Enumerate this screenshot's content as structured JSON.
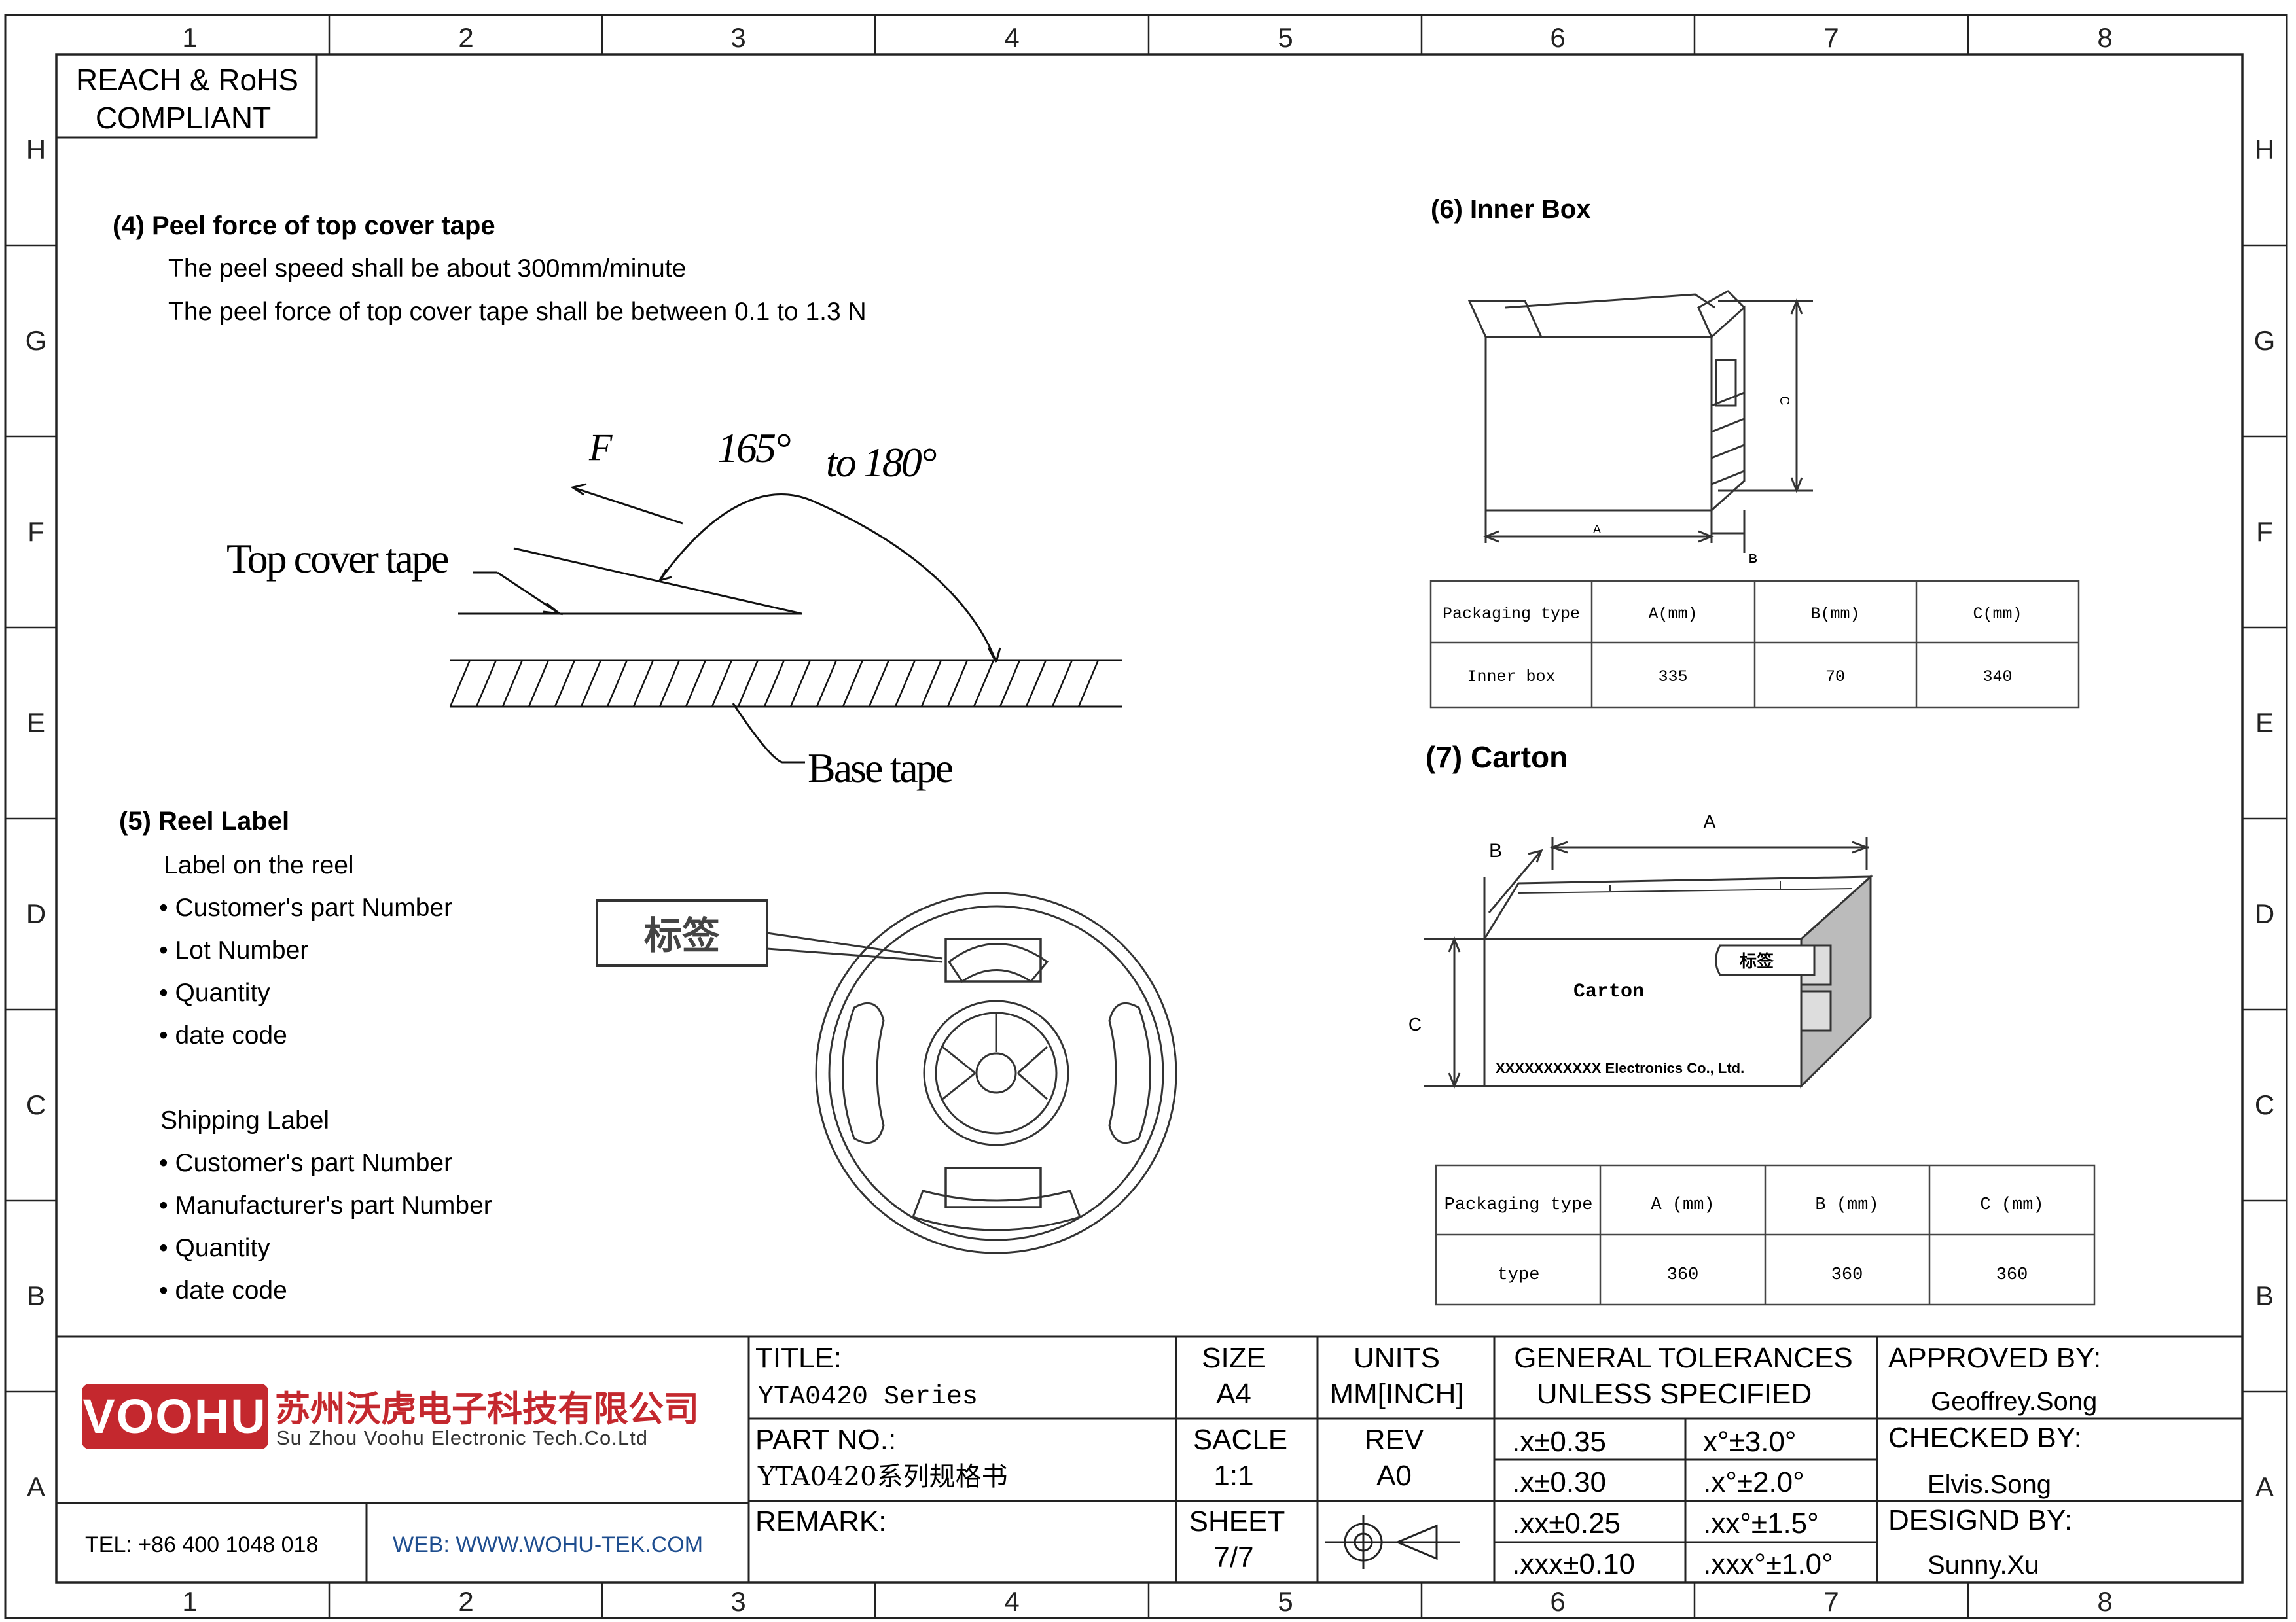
{
  "border": {
    "columns": [
      "1",
      "2",
      "3",
      "4",
      "5",
      "6",
      "7",
      "8"
    ],
    "rows": [
      "H",
      "G",
      "F",
      "E",
      "D",
      "C",
      "B",
      "A"
    ]
  },
  "compliance": {
    "line1": "REACH & RoHS",
    "line2": "COMPLIANT"
  },
  "peel": {
    "heading": "(4) Peel force of top cover tape",
    "line1": "The peel speed shall be about 300mm/minute",
    "line2": "The peel force of top cover tape shall be between 0.1 to 1.3 N",
    "label_f": "F",
    "label_angle_a": "165°",
    "label_angle_b": "to 180°",
    "label_top": "Top cover tape",
    "label_base": "Base tape"
  },
  "reel_label": {
    "heading": "(5) Reel Label",
    "sub1": "Label on the reel",
    "items1": [
      "• Customer's part Number",
      "• Lot Number",
      "• Quantity",
      "• date code"
    ],
    "sub2": "Shipping Label",
    "items2": [
      "• Customer's part Number",
      "• Manufacturer's part Number",
      "• Quantity",
      "• date code"
    ],
    "tag": "标签"
  },
  "inner_box": {
    "heading": "(6) Inner Box",
    "dim_a": "A",
    "dim_b": "B",
    "dim_c": "C",
    "table": {
      "headers": [
        "Packaging type",
        "A(mm)",
        "B(mm)",
        "C(mm)"
      ],
      "row": [
        "Inner box",
        "335",
        "70",
        "340"
      ]
    }
  },
  "carton": {
    "heading": "(7) Carton",
    "dim_a": "A",
    "dim_b": "B",
    "dim_c": "C",
    "box_text": "Carton",
    "tag": "标签",
    "company_line": "XXXXXXXXXXX Electronics Co., Ltd.",
    "table": {
      "headers": [
        "Packaging type",
        "A (mm)",
        "B (mm)",
        "C (mm)"
      ],
      "row": [
        "type",
        "360",
        "360",
        "360"
      ]
    }
  },
  "title_block": {
    "logo": "VOOHU",
    "company_cn": "苏州沃虎电子科技有限公司",
    "company_en": "Su Zhou Voohu Electronic Tech.Co.Ltd",
    "tel": "TEL: +86 400 1048 018",
    "web": "WEB: WWW.WOHU-TEK.COM",
    "title_label": "TITLE:",
    "title_value": "YTA0420 Series",
    "part_label": "PART NO.:",
    "part_value": "YTA0420系列规格书",
    "remark_label": "REMARK:",
    "size_label": "SIZE",
    "size_value": "A4",
    "units_label": "UNITS",
    "units_value": "MM[INCH]",
    "scale_label": "SACLE",
    "scale_value": "1:1",
    "rev_label": "REV",
    "rev_value": "A0",
    "sheet_label": "SHEET",
    "sheet_value": "7/7",
    "tol_line1": "GENERAL TOLERANCES",
    "tol_line2": "UNLESS SPECIFIED",
    "tolerances": [
      ".x±0.35",
      "x°±3.0°",
      ".x±0.30",
      ".x°±2.0°",
      ".xx±0.25",
      ".xx°±1.5°",
      ".xxx±0.10",
      ".xxx°±1.0°"
    ],
    "approved_label": "APPROVED BY:",
    "approved_value": "Geoffrey.Song",
    "checked_label": "CHECKED BY:",
    "checked_value": "Elvis.Song",
    "designed_label": "DESIGND BY:",
    "designed_value": "Sunny.Xu"
  }
}
